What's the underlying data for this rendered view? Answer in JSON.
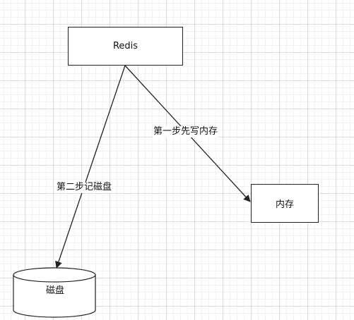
{
  "nodes": {
    "redis": {
      "label": "Redis"
    },
    "memory": {
      "label": "内存"
    },
    "disk": {
      "label": "磁盘"
    }
  },
  "edges": {
    "to_memory": {
      "label": "第一步先写内存"
    },
    "to_disk": {
      "label": "第二步记磁盘"
    }
  },
  "colors": {
    "stroke": "#222222",
    "grid": "#dcdcdc",
    "background": "#ffffff"
  }
}
